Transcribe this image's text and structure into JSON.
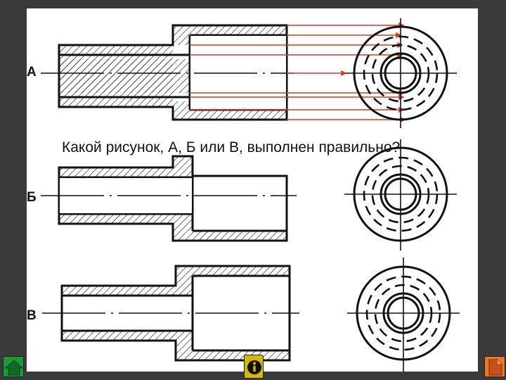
{
  "question": "Какой рисунок, А, Б или В, выполнен правильно?",
  "labels": {
    "a": "А",
    "b": "Б",
    "c": "В"
  },
  "icons": {
    "home": "home-icon",
    "info": "info-icon",
    "next": "next-page-icon"
  },
  "colors": {
    "background": "#3a3a3a",
    "slide": "#ffffff",
    "line": "#111111",
    "projection_arrows": "#d9381e",
    "home_button": "#1a9a3a",
    "info_button": "#d6b800",
    "next_button": "#e8772a"
  }
}
